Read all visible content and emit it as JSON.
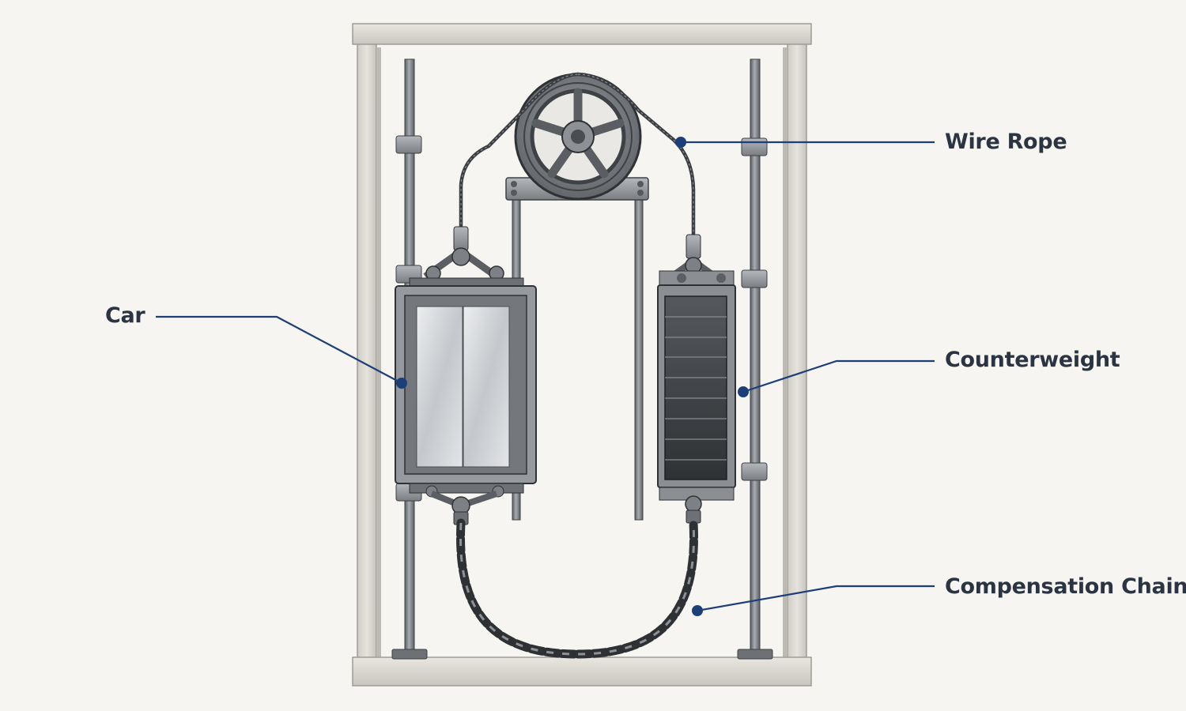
{
  "labels": {
    "car": "Car",
    "wire_rope": "Wire Rope",
    "counterweight": "Counterweight",
    "compensation_chain": "Compensation Chain"
  },
  "colors": {
    "background": "#f7f5f1",
    "frame": "#dcd9d2",
    "leader": "#1c3f7a",
    "label_text": "#2b3442",
    "metal": "#8b8e92",
    "dark_metal": "#45484c",
    "counterweight_blocks": "#3c3f43"
  }
}
